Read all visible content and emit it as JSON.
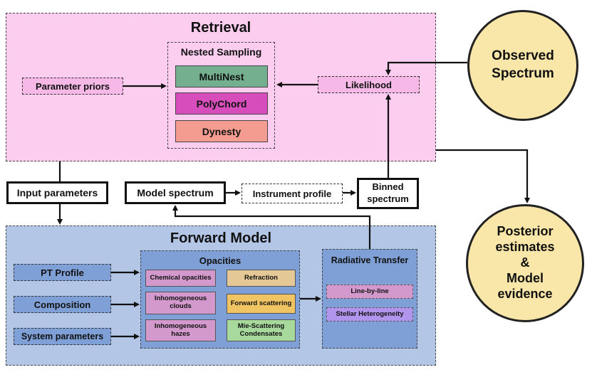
{
  "retrieval": {
    "title": "Retrieval",
    "nested_sampling": {
      "title": "Nested Sampling",
      "samplers": [
        {
          "label": "MultiNest",
          "color": "#74b08f"
        },
        {
          "label": "PolyChord",
          "color": "#d74dbb"
        },
        {
          "label": "Dynesty",
          "color": "#f49c8f"
        }
      ]
    },
    "parameter_priors": "Parameter priors",
    "likelihood": "Likelihood",
    "panel_color": "#fccdef"
  },
  "observed_spectrum": {
    "line1": "Observed",
    "line2": "Spectrum"
  },
  "posterior": {
    "line1": "Posterior",
    "line2": "estimates",
    "line3": "&",
    "line4": "Model",
    "line5": "evidence"
  },
  "input_parameters": "Input parameters",
  "model_spectrum": "Model spectrum",
  "instrument_profile": "Instrument profile",
  "binned_spectrum": {
    "line1": "Binned",
    "line2": "spectrum"
  },
  "forward_model": {
    "title": "Forward Model",
    "panel_color": "#b3c6e6",
    "inputs": [
      "PT Profile",
      "Composition",
      "System parameters"
    ],
    "opacities": {
      "title": "Opacities",
      "items": [
        {
          "label": "Chemical opacities",
          "color": "#d399cc"
        },
        {
          "label": "Refraction",
          "color": "#e4c896"
        },
        {
          "label": "Inhomogeneous clouds",
          "color": "#d399cc"
        },
        {
          "label": "Forward scattering",
          "color": "#f0c463"
        },
        {
          "label": "Inhomogeneous hazes",
          "color": "#d399cc"
        },
        {
          "label": "Mie-Scattering Condensates",
          "color": "#a6d99b"
        }
      ]
    },
    "radiative_transfer": {
      "title": "Radiative Transfer",
      "items": [
        {
          "label": "Line-by-line",
          "color": "#d399cc"
        },
        {
          "label": "Stellar Heterogeneity",
          "color": "#b194ec"
        }
      ]
    }
  }
}
